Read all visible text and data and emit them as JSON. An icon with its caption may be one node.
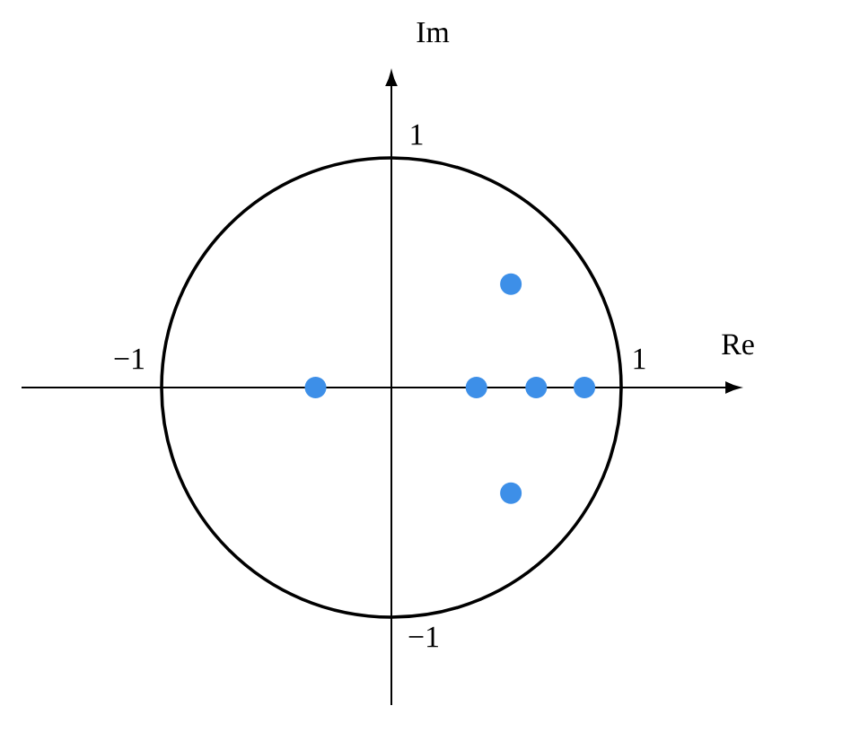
{
  "diagram": {
    "nodes": [
      {
        "text": [],
        "shape": "circle"
      },
      {
        "text": [],
        "shape": "circle"
      },
      {
        "text": [],
        "shape": "circle"
      },
      {
        "text": [],
        "shape": "circle"
      },
      {
        "text": [],
        "shape": "circle"
      },
      {
        "text": [],
        "shape": "circle"
      }
    ],
    "labels": [
      "Im",
      "1",
      "−1",
      "1",
      "Re",
      "−1"
    ]
  }
}
